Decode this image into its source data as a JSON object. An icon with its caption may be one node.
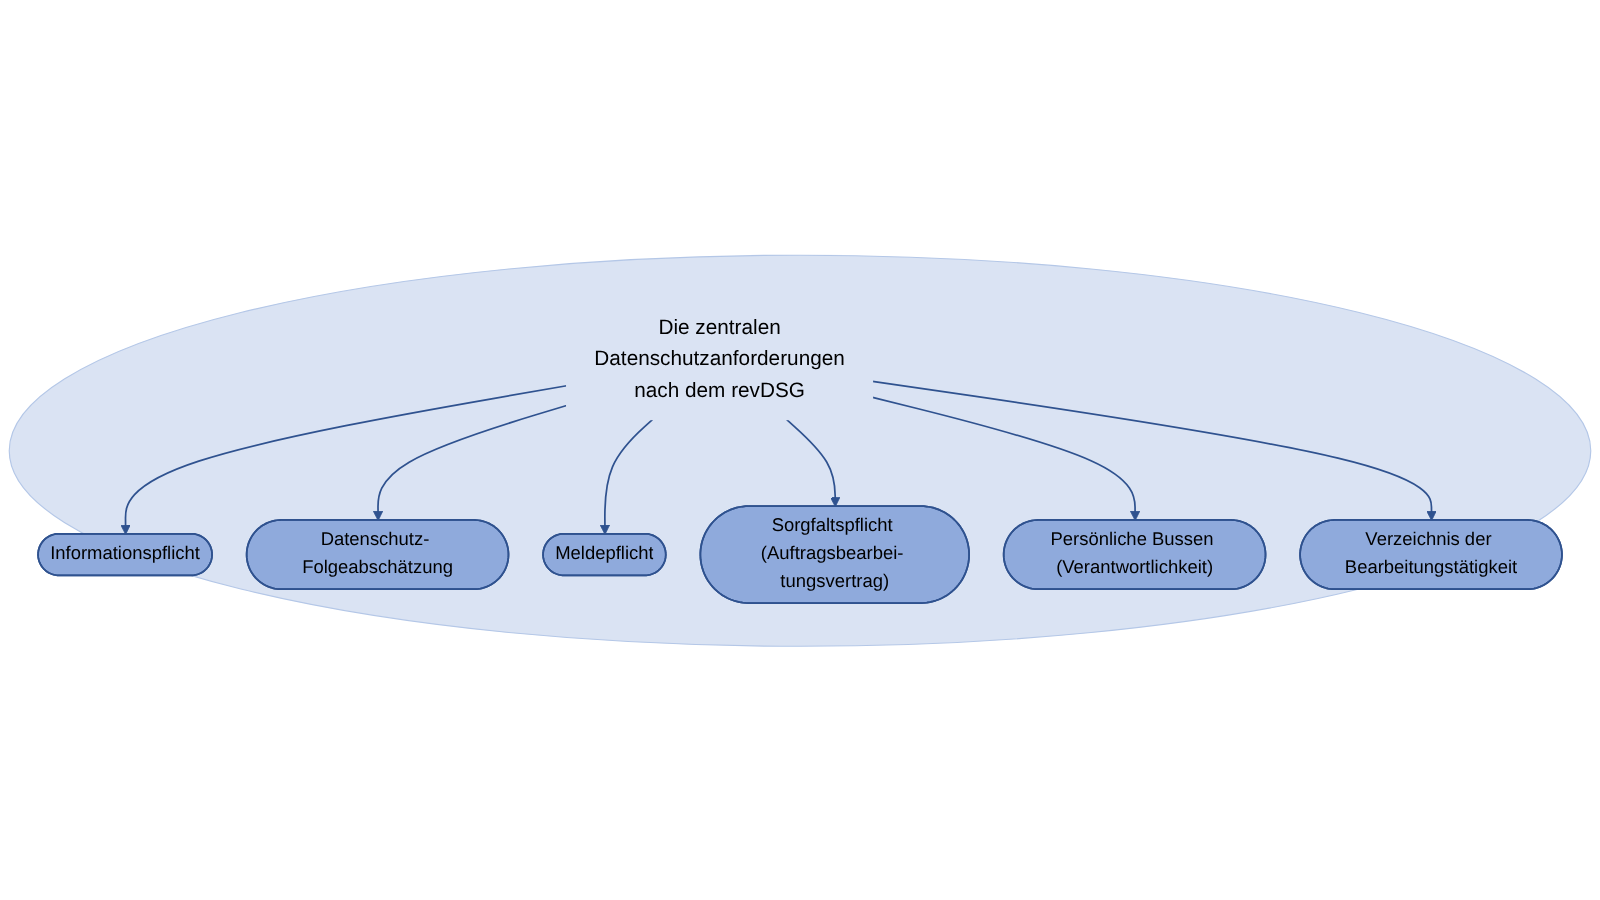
{
  "diagram": {
    "nodes": [
      {
        "text": [],
        "shape": "ellipse"
      },
      {
        "text": [
          "Die zentralen",
          "Datenschutzanforderungen",
          "nach dem revDSG"
        ],
        "in": 0
      },
      {
        "text": [
          "Informationspflicht"
        ],
        "in": 0
      },
      {
        "text": [
          "Datenschutz- Folgeabschätzung"
        ],
        "in": 0
      },
      {
        "text": [
          "Meldepflicht"
        ],
        "in": 0
      },
      {
        "text": [
          "Sorgfaltspflicht (Auftragsbearbei- tungsvertrag)"
        ],
        "in": 0
      },
      {
        "text": [
          "Persönliche Bussen (Verantwortlichkeit)"
        ],
        "in": 0
      },
      {
        "text": [
          "Verzeichnis der Bearbeitungstätigkeit"
        ],
        "in": 0
      }
    ],
    "edges": [
      {
        "from": 1,
        "to": 2,
        "arrow": "to"
      },
      {
        "from": 1,
        "to": 3,
        "arrow": "to"
      },
      {
        "from": 1,
        "to": 4,
        "arrow": "to"
      },
      {
        "from": 1,
        "to": 5,
        "arrow": "to"
      },
      {
        "from": 1,
        "to": 6,
        "arrow": "to"
      },
      {
        "from": 1,
        "to": 7,
        "arrow": "to"
      }
    ]
  }
}
